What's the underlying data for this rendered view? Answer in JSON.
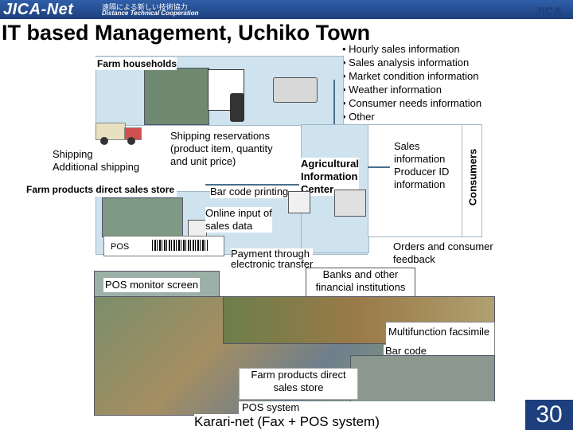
{
  "header": {
    "logo": "JICA-Net",
    "tagline_jp": "遠隔による新しい技術協力",
    "tagline_en": "Distance Technical Cooperation",
    "right_logo": "JICA"
  },
  "title": "IT based Management, Uchiko Town",
  "info_list": [
    "• Hourly sales information",
    "• Sales analysis information",
    "• Market condition information",
    "• Weather information",
    "• Consumer needs information",
    "• Other"
  ],
  "labels": {
    "farm_households": "Farm households",
    "shipping": "Shipping",
    "additional_shipping": "Additional shipping",
    "shipping_reservations": [
      "Shipping reservations",
      "(product item, quantity",
      "and unit price)"
    ],
    "agri_center": [
      "Agricultural",
      "Information",
      "Center"
    ],
    "sales_info": [
      "Sales",
      "information",
      "Producer ID",
      "information"
    ],
    "farm_store": "Farm products direct sales store",
    "barcode_printing": "Bar code printing",
    "online_input": [
      "Online input of",
      "sales data"
    ],
    "pos": "POS",
    "payment": [
      "Payment through",
      "electronic transfer"
    ],
    "orders_feedback": [
      "Orders and consumer",
      "feedback"
    ],
    "banks": [
      "Banks and other",
      "financial institutions"
    ],
    "pos_monitor": "POS monitor screen",
    "mfp": "Multifunction facsimile",
    "barcode": "Bar code",
    "farm_store2": [
      "Farm products direct",
      "sales store"
    ],
    "pos_system": "POS system",
    "consumers": "Consumers",
    "karari": "Karari-net (Fax + POS system)"
  },
  "slide_number": "30"
}
